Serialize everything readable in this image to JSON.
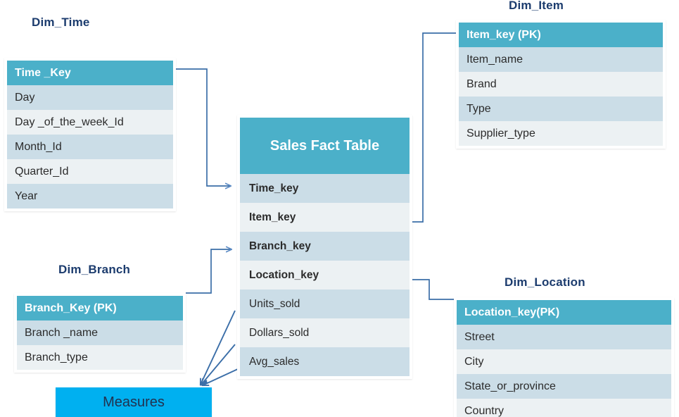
{
  "diagram": {
    "type": "star-schema",
    "colors": {
      "header_teal": "#4bb0c9",
      "row_dark": "#cbdde7",
      "row_light": "#ecf1f3",
      "title_navy": "#1c3c6e",
      "measures_cyan": "#00b0f0",
      "connector_blue": "#3b6ea8"
    }
  },
  "fact_table": {
    "title": "Sales Fact Table",
    "rows": [
      {
        "label": "Time_key",
        "bold": true
      },
      {
        "label": "Item_key",
        "bold": true
      },
      {
        "label": "Branch_key",
        "bold": true
      },
      {
        "label": "Location_key",
        "bold": true
      },
      {
        "label": "Units_sold",
        "bold": false
      },
      {
        "label": "Dollars_sold",
        "bold": false
      },
      {
        "label": "Avg_sales",
        "bold": false
      }
    ]
  },
  "dimensions": {
    "time": {
      "title": "Dim_Time",
      "key": "Time _Key",
      "fields": [
        "Day",
        "Day _of_the_week_Id",
        "Month_Id",
        "Quarter_Id",
        "Year"
      ]
    },
    "item": {
      "title": "Dim_Item",
      "key": "Item_key (PK)",
      "fields": [
        "Item_name",
        "Brand",
        "Type",
        "Supplier_type"
      ]
    },
    "branch": {
      "title": "Dim_Branch",
      "key": "Branch_Key (PK)",
      "fields": [
        "Branch _name",
        "Branch_type"
      ]
    },
    "location": {
      "title": "Dim_Location",
      "key": "Location_key(PK)",
      "fields": [
        "Street",
        "City",
        "State_or_province",
        "Country"
      ]
    }
  },
  "measures": {
    "label": "Measures"
  }
}
